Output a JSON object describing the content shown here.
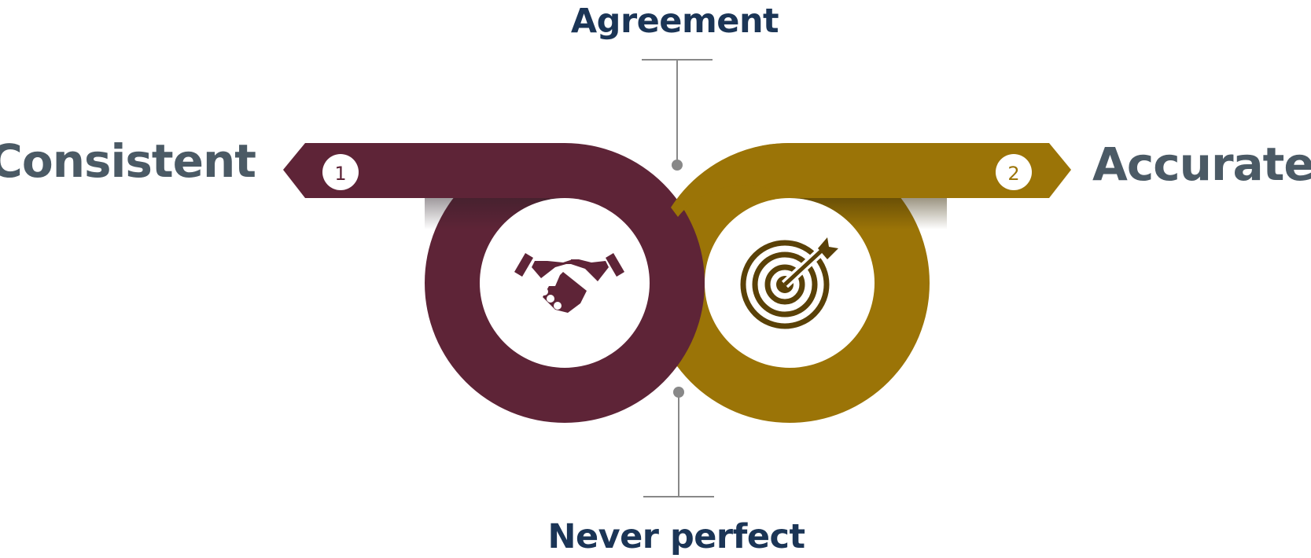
{
  "labels": {
    "left": "Consistent",
    "right": "Accurate",
    "top": "Agreement",
    "bottom": "Never perfect"
  },
  "badges": {
    "left": "1",
    "right": "2"
  },
  "icons": {
    "left": "handshake-icon",
    "right": "target-arrow-icon"
  },
  "colors": {
    "left_ring": "#5e2437",
    "right_ring": "#9b7407",
    "side_label": "#4b5a65",
    "axis_label": "#1b3556",
    "connector": "#888888",
    "target_icon": "#5a4107"
  }
}
